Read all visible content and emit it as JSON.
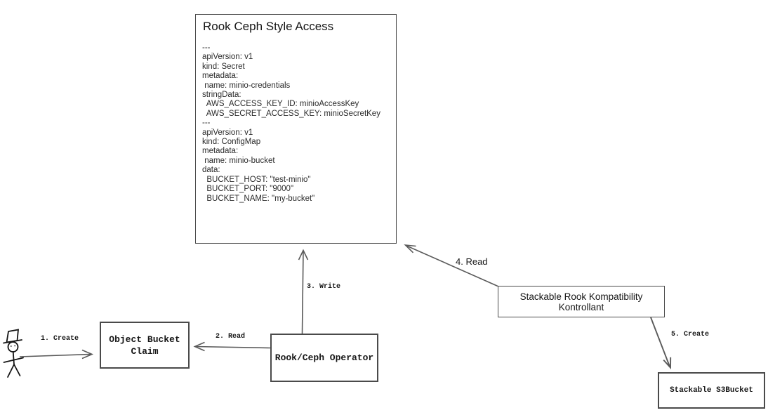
{
  "diagram": {
    "main_box": {
      "title": "Rook Ceph Style Access",
      "yaml": "---\napiVersion: v1\nkind: Secret\nmetadata:\n name: minio-credentials\nstringData:\n  AWS_ACCESS_KEY_ID: minioAccessKey\n  AWS_SECRET_ACCESS_KEY: minioSecretKey\n---\napiVersion: v1\nkind: ConfigMap\nmetadata:\n name: minio-bucket\ndata:\n  BUCKET_HOST: \"test-minio\"\n  BUCKET_PORT: \"9000\"\n  BUCKET_NAME: \"my-bucket\""
    },
    "nodes": {
      "object_bucket_claim": "Object Bucket Claim",
      "rook_ceph_operator": "Rook/Ceph Operator",
      "stackable_kontrollant": "Stackable Rook Kompatibility Kontrollant",
      "stackable_s3bucket": "Stackable S3Bucket"
    },
    "edges": {
      "create_1": "1. Create",
      "read_2": "2. Read",
      "write_3": "3. Write",
      "read_4": "4. Read",
      "create_5": "5. Create"
    },
    "actor": "user",
    "colors": {
      "border": "#4a4a4a",
      "line": "#5a5a5a",
      "text": "#161616",
      "background": "#ffffff"
    }
  }
}
